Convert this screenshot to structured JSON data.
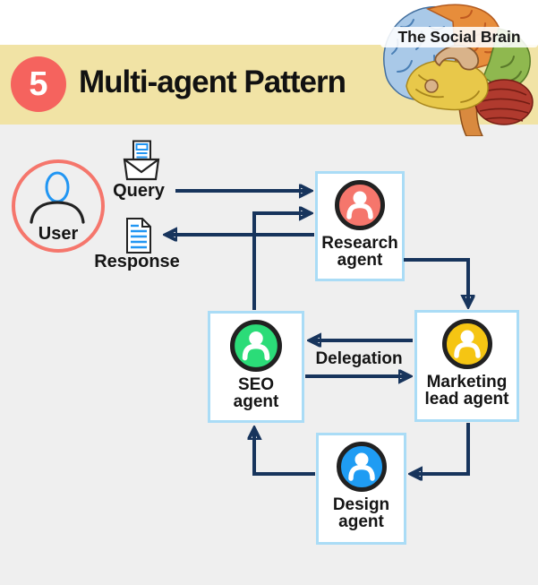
{
  "header": {
    "badge_number": "5",
    "title": "Multi-agent Pattern",
    "brain_caption": "The Social Brain",
    "colors": {
      "banner": "#f1e3a5",
      "badge": "#f5635e"
    }
  },
  "diagram": {
    "user_label": "User",
    "query_label": "Query",
    "response_label": "Response",
    "delegation_label": "Delegation",
    "agents": [
      {
        "id": "research-agent",
        "line1": "Research",
        "line2": "agent",
        "color": "#f5766c"
      },
      {
        "id": "seo-agent",
        "line1": "SEO",
        "line2": "agent",
        "color": "#2bdc78"
      },
      {
        "id": "marketing-lead-agent",
        "line1": "Marketing",
        "line2": "lead agent",
        "color": "#f5c513"
      },
      {
        "id": "design-agent",
        "line1": "Design",
        "line2": "agent",
        "color": "#1f9cf3"
      }
    ],
    "colors": {
      "arrow": "#17345c",
      "box_border": "#aadcf6",
      "background": "#efefef",
      "user_ring": "#f5766c",
      "accent_blue": "#2196f3"
    }
  }
}
